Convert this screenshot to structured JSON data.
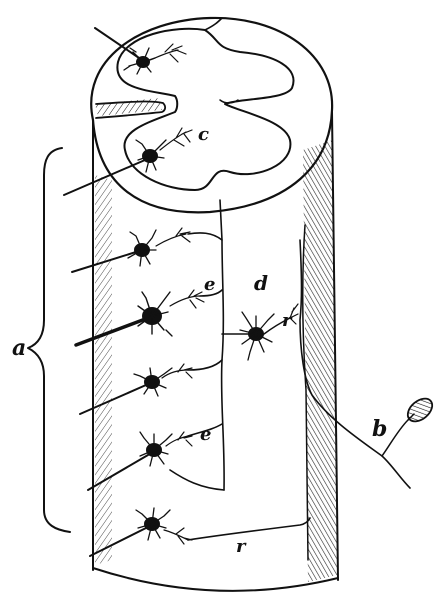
{
  "figure": {
    "labels": {
      "a": "a",
      "b": "b",
      "c_top": "c",
      "e_upper": "e",
      "e_lower": "e",
      "d": "d",
      "r_right": "r",
      "r_bottom": "r"
    },
    "ink_color": "#111111",
    "background": "#ffffff"
  }
}
